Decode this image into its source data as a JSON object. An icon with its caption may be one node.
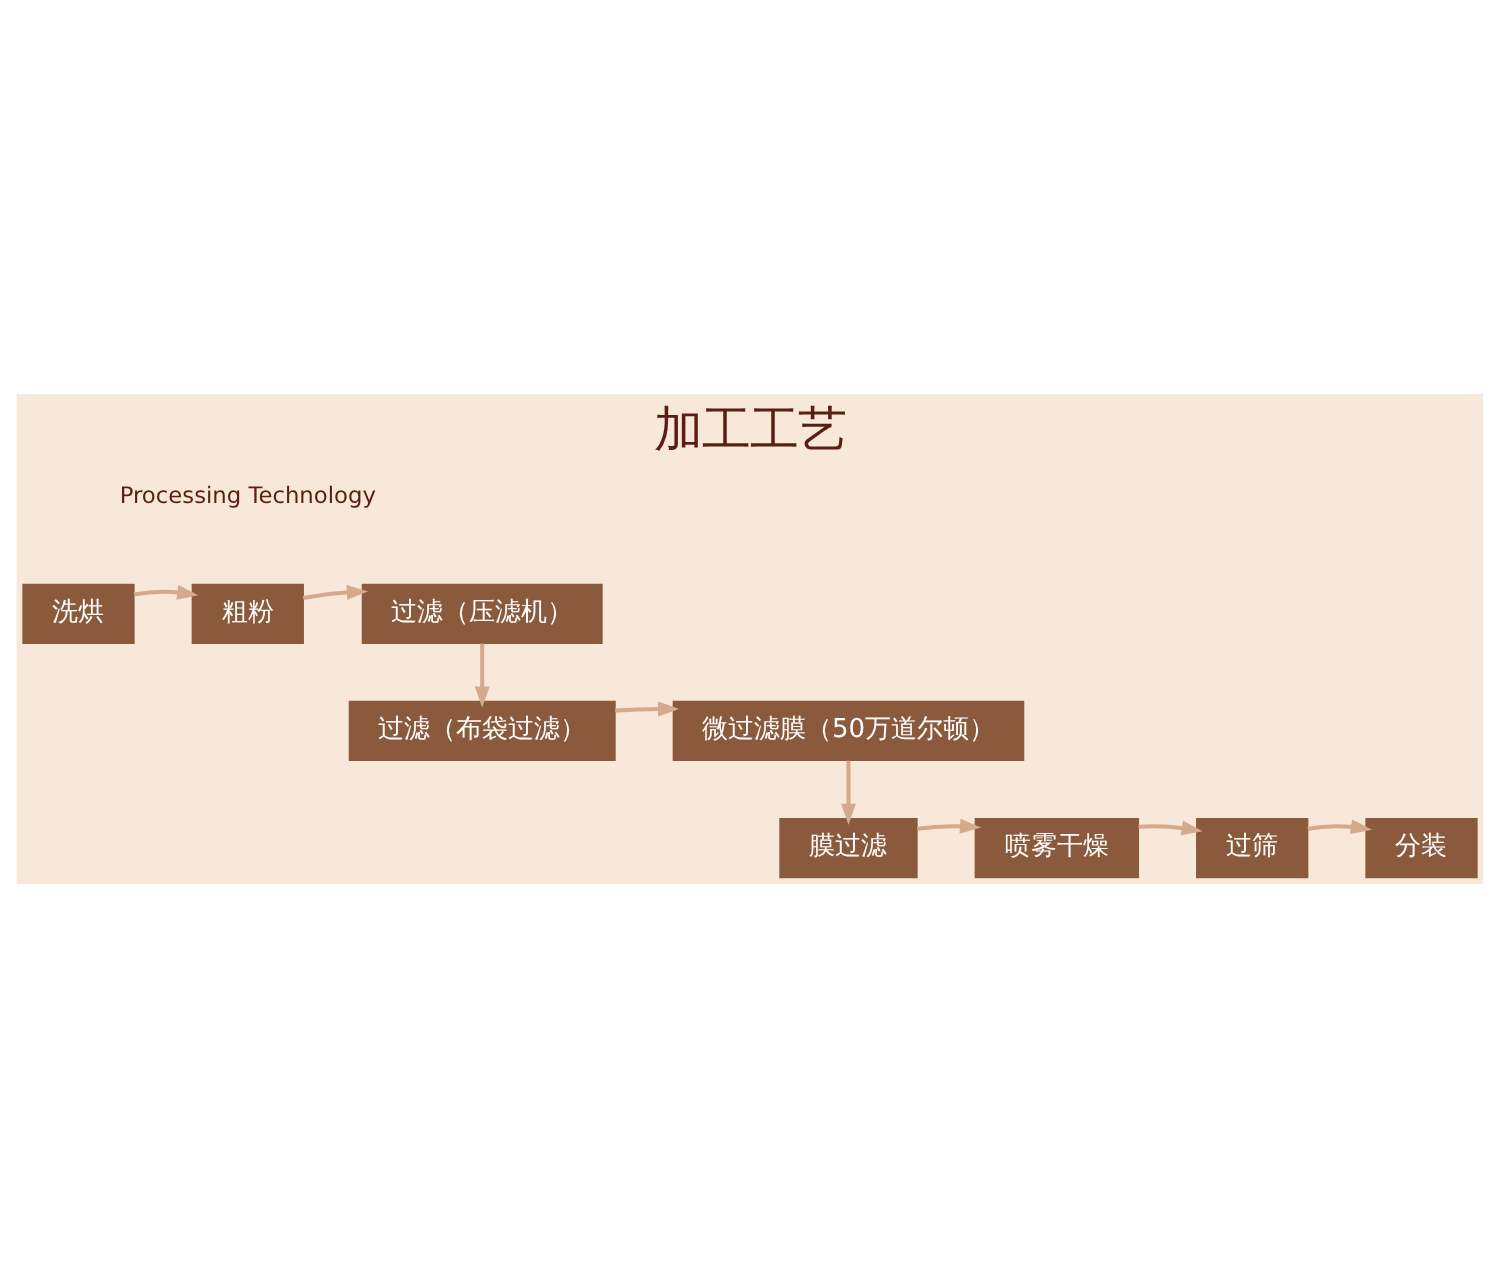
{
  "diagram": {
    "title": "加工工艺",
    "nodes": [
      {
        "text": [
          "洗烘"
        ]
      },
      {
        "text": [
          "粗粉"
        ]
      },
      {
        "text": [
          "过滤（压滤机）"
        ]
      },
      {
        "text": [
          "过滤（布袋过滤）"
        ]
      },
      {
        "text": [
          "微过滤膜（50万道尔顿）"
        ]
      },
      {
        "text": [
          "膜过滤"
        ]
      },
      {
        "text": [
          "喷雾干燥"
        ]
      },
      {
        "text": [
          "过筛"
        ]
      },
      {
        "text": [
          "分装"
        ]
      }
    ],
    "edges": [
      {
        "from": 0,
        "to": 1,
        "arrow": "to"
      },
      {
        "from": 1,
        "to": 2,
        "arrow": "to"
      },
      {
        "from": 2,
        "to": 3,
        "arrow": "to"
      },
      {
        "from": 3,
        "to": 4,
        "arrow": "to"
      },
      {
        "from": 4,
        "to": 5,
        "arrow": "to"
      },
      {
        "from": 5,
        "to": 6,
        "arrow": "to"
      },
      {
        "from": 6,
        "to": 7,
        "arrow": "to"
      },
      {
        "from": 7,
        "to": 8,
        "arrow": "to"
      }
    ],
    "labels": [
      "Processing Technology"
    ]
  }
}
